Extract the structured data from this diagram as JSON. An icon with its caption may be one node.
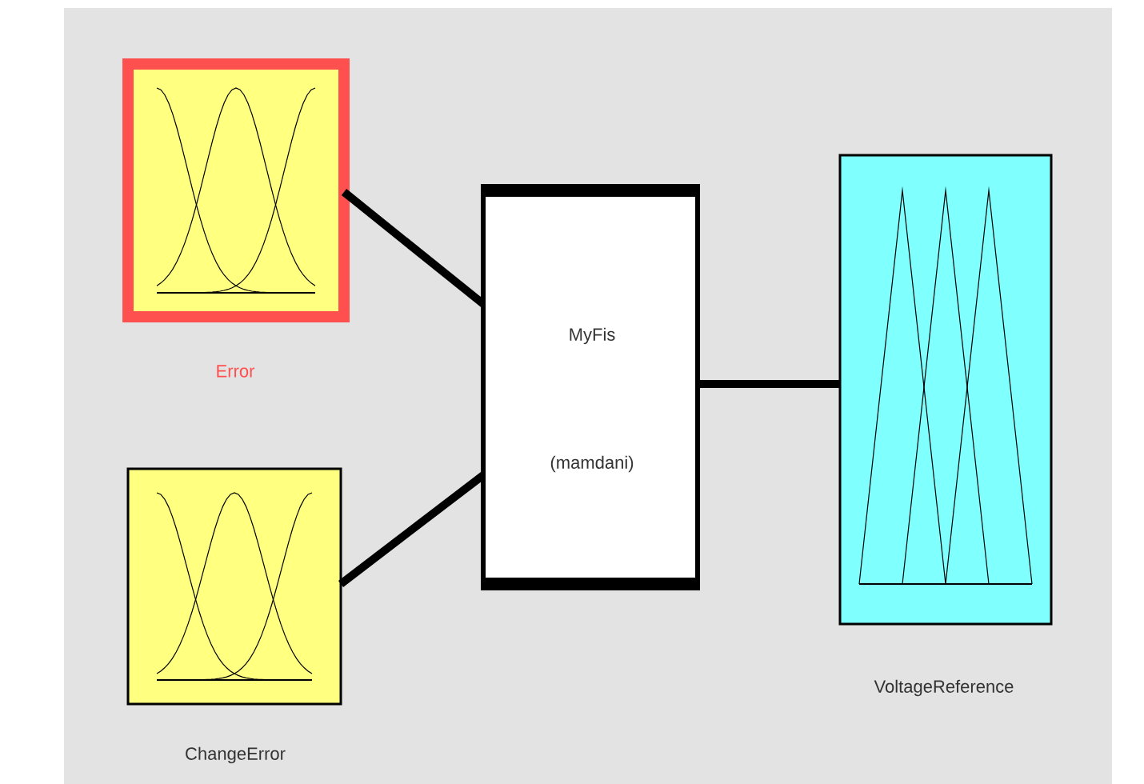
{
  "diagram": {
    "nodes": [
      {
        "text": [
          "Error"
        ]
      },
      {
        "text": [
          "ChangeError"
        ]
      },
      {
        "text": [
          "MyFis",
          "(mamdani)"
        ]
      },
      {
        "text": [
          "VoltageReference"
        ]
      }
    ],
    "edges": [
      {
        "from": 0,
        "to": 2,
        "arrow": "none"
      },
      {
        "from": 1,
        "to": 2,
        "arrow": "none"
      },
      {
        "from": 2,
        "to": 3,
        "arrow": "none"
      }
    ]
  }
}
